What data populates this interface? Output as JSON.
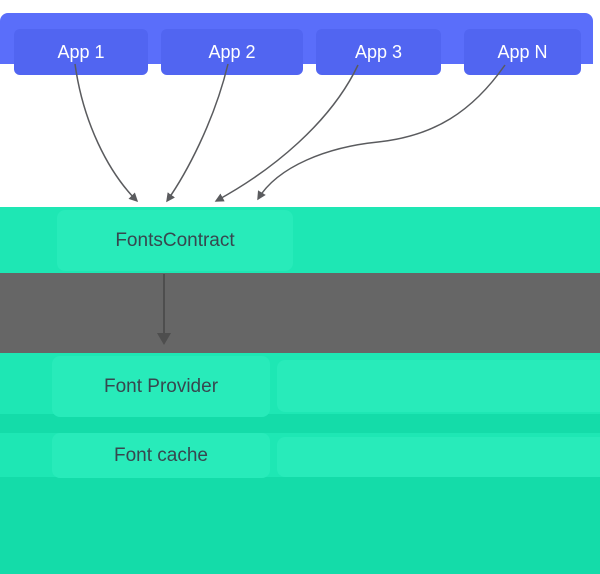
{
  "app_bar": {
    "apps": [
      {
        "label": "App 1"
      },
      {
        "label": "App 2"
      },
      {
        "label": "App 3"
      },
      {
        "label": "App N"
      }
    ]
  },
  "layers": {
    "fonts_contract_label": "FontsContract",
    "font_provider_label": "Font Provider",
    "font_cache_label": "Font cache"
  },
  "icons": {
    "funnel_arrows": "curved-down-arrow",
    "band_arrow": "down-arrow"
  },
  "colors": {
    "app_bar_bg": "#5A6EFA",
    "app_box": "#5165F1",
    "app_text": "#FFFFFF",
    "teal_row": "#1EE7B4",
    "teal_label_box": "#28EBBA",
    "teal_container": "#14DCA9",
    "gray_band": "#666666",
    "arrow": "#5A5B5E",
    "band_arrow": "#4E4E4E",
    "label_text": "#37474F"
  }
}
